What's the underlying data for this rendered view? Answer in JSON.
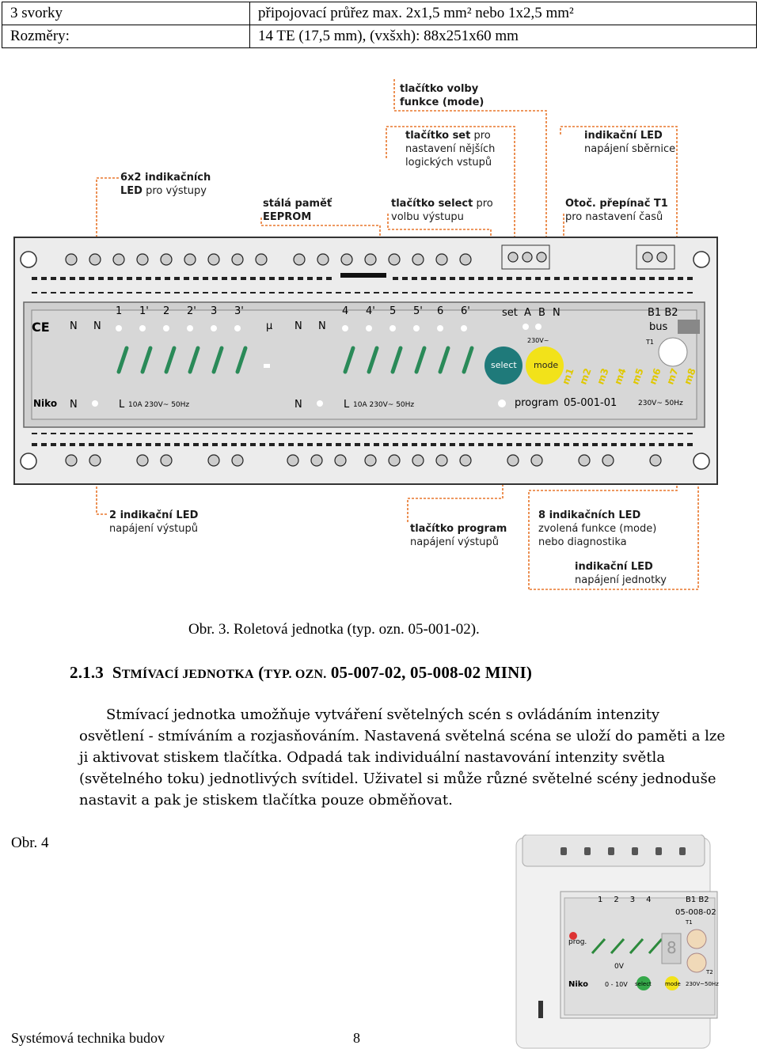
{
  "spec_table": {
    "rows": [
      {
        "key": "3 svorky",
        "value": "připojovací průřez max. 2x1,5 mm² nebo 1x2,5 mm²"
      },
      {
        "key": "Rozměry:",
        "value": "14 TE (17,5 mm), (vxšxh): 88x251x60 mm"
      }
    ]
  },
  "diagram": {
    "callouts": {
      "mode_button": {
        "bold": "tlačítko volby funkce (mode)",
        "rest": ""
      },
      "set_button": {
        "bold": "tlačítko set",
        "rest": " pro nastavení nějších logických vstupů"
      },
      "bus_led": {
        "bold": "indikační LED",
        "rest": "napájení sběrnice"
      },
      "output_leds": {
        "bold": "6x2 indikačních LED",
        "rest": " pro výstupy"
      },
      "eeprom": {
        "bold": "stálá paměť EEPROM",
        "rest": ""
      },
      "select_button": {
        "bold": "tlačítko select",
        "rest": " pro volbu výstupu"
      },
      "rotary_switch": {
        "bold": "Otoč. přepínač T1",
        "rest": "pro nastavení časů"
      },
      "power_leds": {
        "bold": "2 indikační LED",
        "rest": "napájení výstupů"
      },
      "program_button": {
        "bold": "tlačítko program",
        "rest": "napájení výstupů"
      },
      "mode_leds": {
        "bold": "8 indikačních LED",
        "rest": "zvolená funkce (mode) nebo diagnostika"
      },
      "unit_led": {
        "bold": "indikační LED",
        "rest": "napájení jednotky"
      }
    },
    "device": {
      "ce_mark": "CE",
      "brand": "Niko",
      "channels_left": [
        "1",
        "1'",
        "2",
        "2'",
        "3",
        "3'"
      ],
      "channels_right": [
        "4",
        "4'",
        "5",
        "5'",
        "6",
        "6'"
      ],
      "set_label": "set",
      "ab_labels": [
        "A",
        "B",
        "N"
      ],
      "bus_terminals": "B1 B2",
      "bus_label": "bus",
      "t1_label": "T1",
      "n_labels": [
        "N",
        "N",
        "N",
        "N"
      ],
      "rating_left": "10A 230V~ 50Hz",
      "rating_right": "10A 230V~ 50Hz",
      "voltage_small": "230V~",
      "select_label": "select",
      "mode_label": "mode",
      "mode_leds": [
        "m1",
        "m2",
        "m3",
        "m4",
        "m5",
        "m6",
        "m7",
        "m8"
      ],
      "program_label": "program",
      "model": "05-001-01",
      "supply": "230V~ 50Hz",
      "mu": "μ",
      "l_label": "L"
    }
  },
  "caption3": "Obr. 3. Roletová jednotka (typ. ozn. 05-001-02).",
  "section": {
    "number": "2.1.3",
    "title_s": "S",
    "title_rest": "TMÍVACÍ JEDNOTKA",
    "paren_open": "(",
    "typ_t": "TYP. OZN.",
    "codes": " 05-007-02, 05-008-02 MINI)"
  },
  "paragraph": "Stmívací jednotka umožňuje vytváření světelných scén s ovládáním intenzity osvětlení - stmíváním a rozjasňováním. Nastavená světelná scéna se uloží do paměti a lze ji aktivovat stiskem tlačítka. Odpadá tak individuální nastavování intenzity světla (světelného toku) jednotlivých svítidel. Uživatel si může různé světelné scény jednoduše nastavit a pak je stiskem tlačítka pouze obměňovat.",
  "caption4": "Obr. 4",
  "photo": {
    "channels": [
      "1",
      "2",
      "3",
      "4"
    ],
    "bus": "B1  B2",
    "model": "05-008-02",
    "t1": "T1",
    "t2": "T2",
    "prog": "prog.",
    "zero_v": "0V",
    "brand": "Niko",
    "range": "0 - 10V",
    "select": "select",
    "mode": "mode",
    "supply": "230V~50Hz",
    "digit": "8"
  },
  "footer": {
    "left": "Systémová technika budov",
    "page": "8"
  },
  "colors": {
    "callout_line": "#e8762b",
    "device_body": "#e4e4e4",
    "panel": "#c9c9c9",
    "select_teal": "#1f7a7a",
    "mode_yellow": "#f2e21a",
    "led_green": "#2c8a3c"
  }
}
